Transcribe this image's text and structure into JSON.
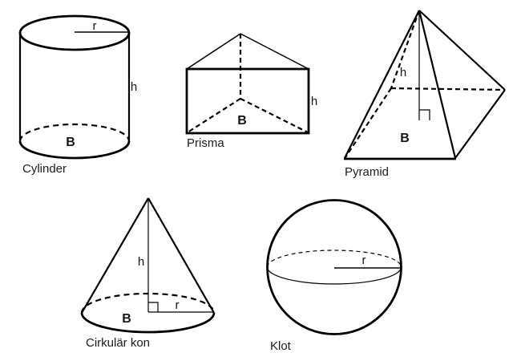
{
  "colors": {
    "line": "#000000",
    "text": "#141414",
    "background": "#ffffff"
  },
  "figures": {
    "cylinder": {
      "caption": "Cylinder",
      "radius_label": "r",
      "height_label": "h",
      "base_label": "B"
    },
    "prisma": {
      "caption": "Prisma",
      "height_label": "h",
      "base_label": "B"
    },
    "pyramid": {
      "caption": "Pyramid",
      "height_label": "h",
      "base_label": "B"
    },
    "kon": {
      "caption": "Cirkulär kon",
      "height_label": "h",
      "radius_label": "r",
      "base_label": "B"
    },
    "klot": {
      "caption": "Klot",
      "radius_label": "r"
    }
  }
}
